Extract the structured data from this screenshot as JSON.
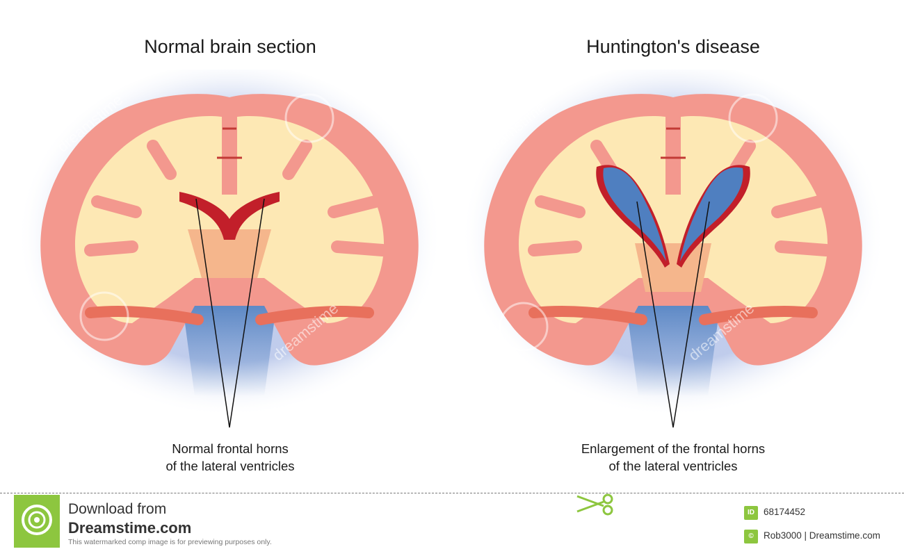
{
  "panels": {
    "left": {
      "title": "Normal brain section",
      "caption_line1": "Normal frontal horns",
      "caption_line2": "of the lateral ventricles"
    },
    "right": {
      "title": "Huntington's disease",
      "caption_line1": "Enlargement of the frontal horns",
      "caption_line2": "of the lateral ventricles"
    }
  },
  "watermark": {
    "text": "dreamstime"
  },
  "footer": {
    "download_from": "Download from",
    "site_name": "Dreamstime.com",
    "notice": "This watermarked comp image is for previewing purposes only.",
    "id_badge": "ID",
    "image_id": "68174452",
    "copyright_badge": "©",
    "credit": "Rob3000 | Dreamstime.com"
  },
  "colors": {
    "cortex": "#f3988e",
    "white_matter": "#fde8b4",
    "ventricle_red": "#c21f2a",
    "ventricle_blue": "#4f7fc0",
    "halo": "#b9c7ea",
    "logo_green": "#8dc63f"
  }
}
